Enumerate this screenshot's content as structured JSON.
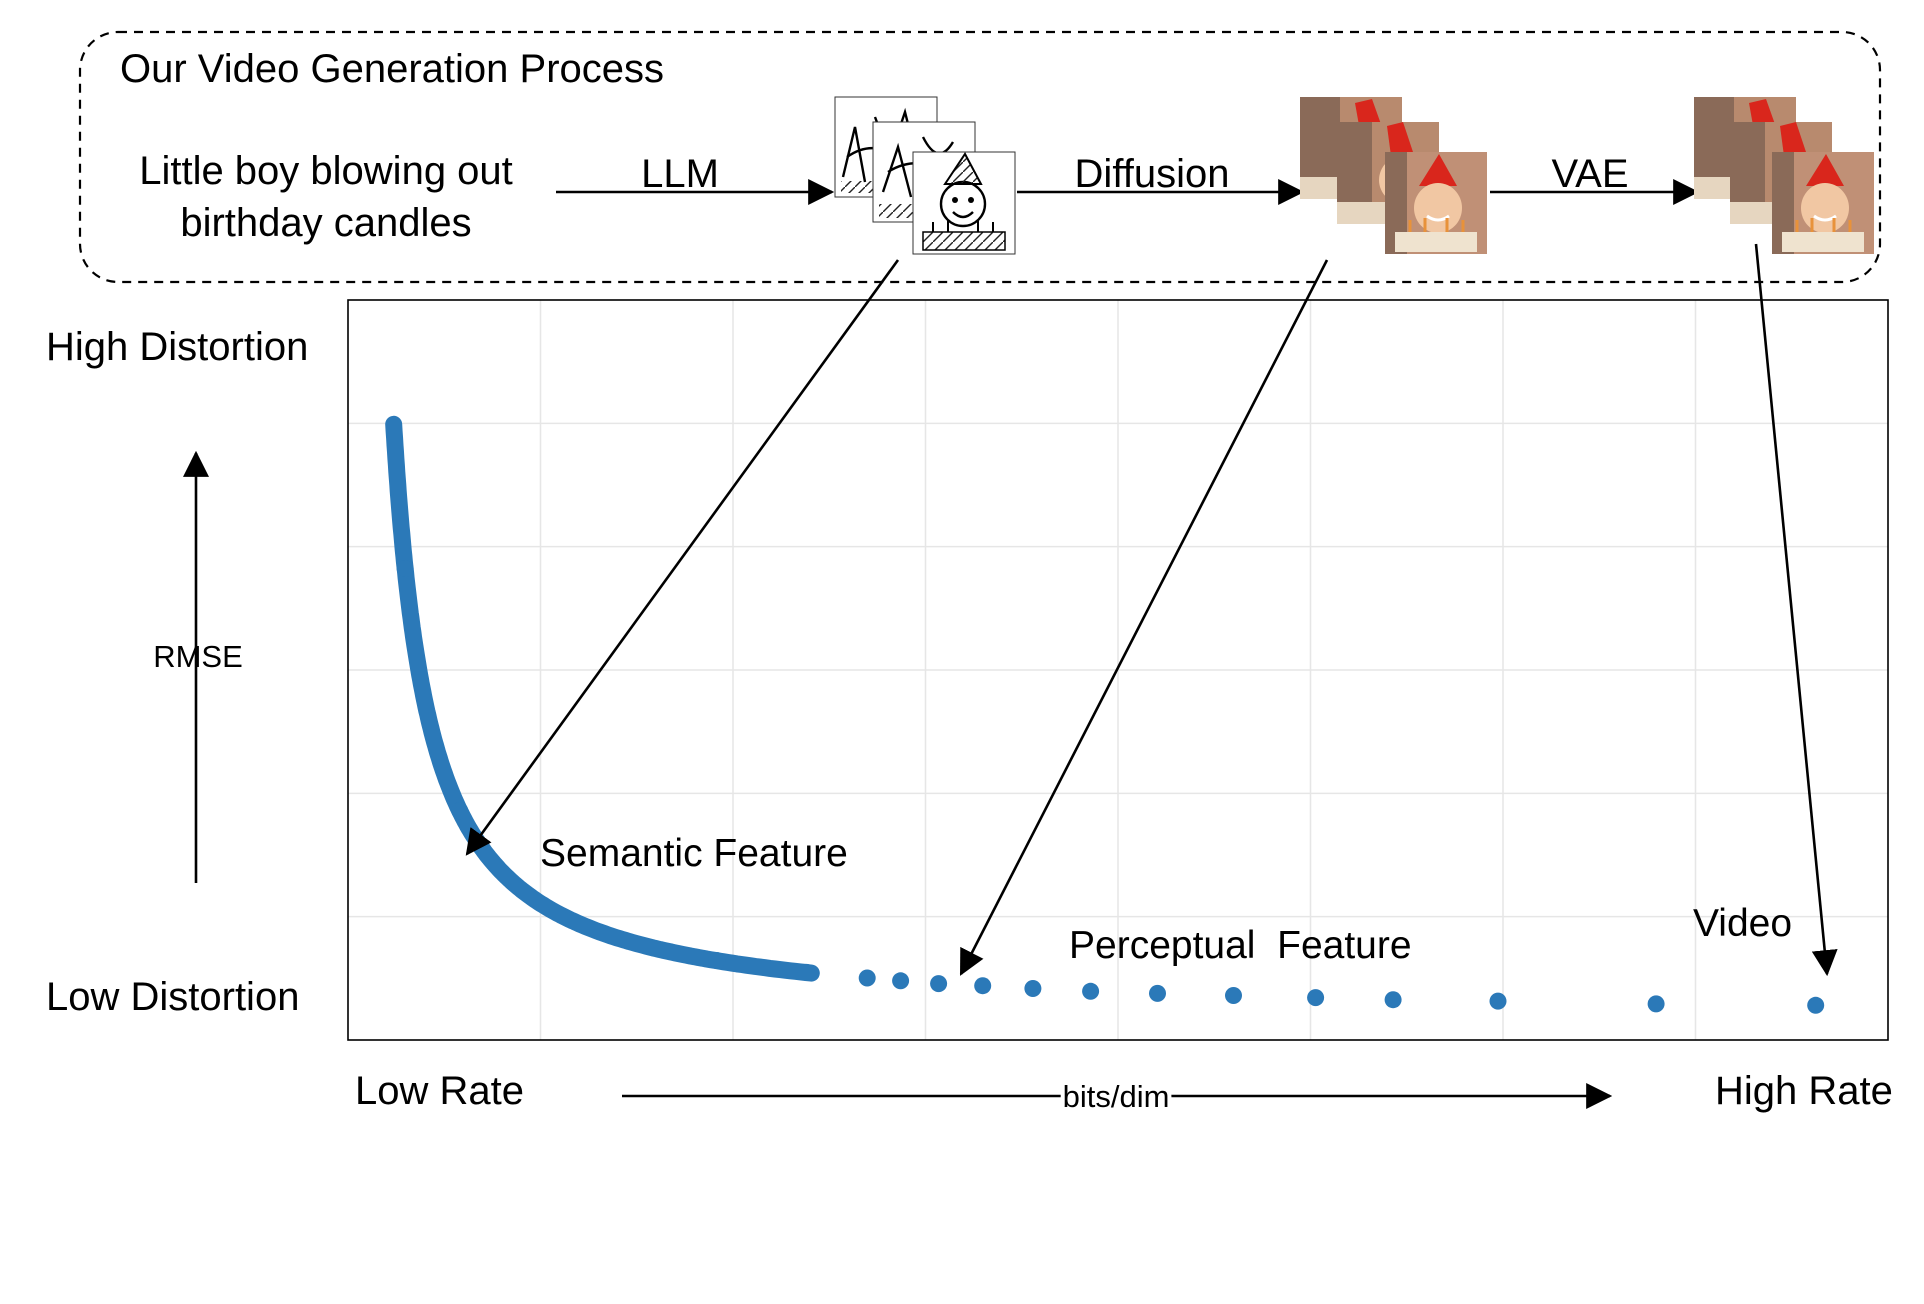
{
  "process": {
    "title": "Our Video Generation Process",
    "prompt_line1": "Little boy blowing out",
    "prompt_line2": "birthday candles",
    "step1": "LLM",
    "step2": "Diffusion",
    "step3": "VAE"
  },
  "axes": {
    "y_high": "High Distortion",
    "y_low": "Low Distortion",
    "y_label": "RMSE",
    "x_low": "Low Rate",
    "x_high": "High Rate",
    "x_label": "bits/dim"
  },
  "annotations": {
    "semantic": "Semantic Feature",
    "perceptual": "Perceptual  Feature",
    "video": "Video"
  },
  "colors": {
    "curve": "#2b79b8",
    "frame_border": "#000000",
    "sketch_bg": "#ffffff",
    "photo_bg": "#b88a6e",
    "hat": "#d9261c",
    "face": "#f1c7a3"
  },
  "chart_data": {
    "type": "scatter",
    "x_range": [
      0,
      1
    ],
    "y_range": [
      0,
      1
    ],
    "xlabel": "bits/dim",
    "ylabel": "RMSE",
    "grid": true,
    "curve_function": "y = 0.02 / x",
    "points": [
      {
        "x": 0.031,
        "y": 0.645
      },
      {
        "x": 0.067,
        "y": 0.299
      },
      {
        "x": 0.236,
        "y": 0.085
      },
      {
        "x": 0.295,
        "y": 0.068
      },
      {
        "x": 0.335,
        "y": 0.06
      },
      {
        "x": 0.357,
        "y": 0.056
      },
      {
        "x": 0.382,
        "y": 0.052
      },
      {
        "x": 0.411,
        "y": 0.049
      },
      {
        "x": 0.444,
        "y": 0.045
      },
      {
        "x": 0.482,
        "y": 0.041
      },
      {
        "x": 0.526,
        "y": 0.038
      },
      {
        "x": 0.576,
        "y": 0.035
      },
      {
        "x": 0.63,
        "y": 0.032
      },
      {
        "x": 0.681,
        "y": 0.029
      },
      {
        "x": 0.75,
        "y": 0.027
      },
      {
        "x": 0.854,
        "y": 0.023
      },
      {
        "x": 0.959,
        "y": 0.021
      }
    ]
  }
}
